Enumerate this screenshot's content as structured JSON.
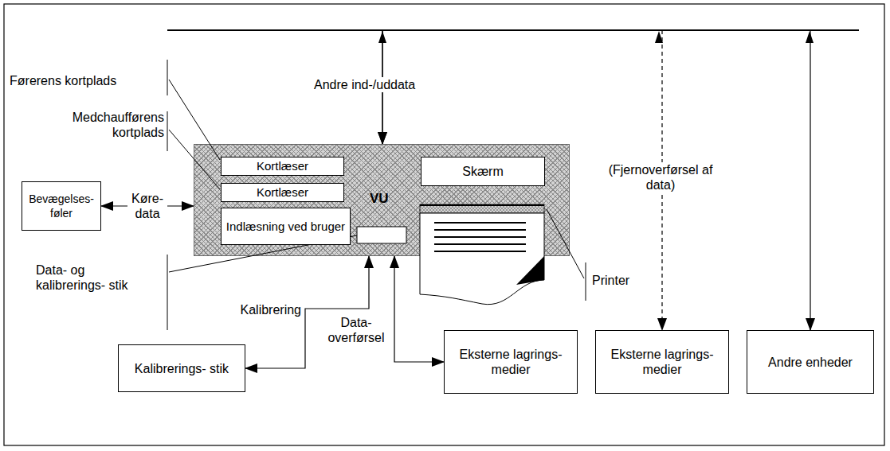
{
  "diagram": {
    "nodes": [
      {
        "text": [
          "VU"
        ]
      },
      {
        "text": [
          "Kortlæser"
        ],
        "in": 0
      },
      {
        "text": [
          "Kortlæser"
        ],
        "in": 0
      },
      {
        "text": [
          "Indlæsning ved bruger"
        ],
        "in": 0
      },
      {
        "text": [
          "Skærm"
        ],
        "in": 0
      },
      {
        "text": [
          "Bevægelses- føler"
        ]
      },
      {
        "text": [
          "Kalibrerings- stik"
        ]
      },
      {
        "text": [
          "Eksterne lagrings- medier"
        ]
      },
      {
        "text": [
          "Eksterne lagrings- medier"
        ]
      },
      {
        "text": [
          "Andre enheder"
        ]
      }
    ],
    "edges": [
      {
        "from": 5,
        "to": 0,
        "arrow": "both",
        "label": "Køre- data"
      },
      {
        "from": 0,
        "to": 6,
        "arrow": "both",
        "label": "Kalibrering"
      },
      {
        "from": 0,
        "to": 7,
        "arrow": "both",
        "label": "Data- overførsel"
      },
      {
        "from": 0,
        "to": 8,
        "arrow": "both",
        "label": "(Fjernoverførsel af data)"
      },
      {
        "from": 0,
        "to": 9,
        "arrow": "both"
      }
    ],
    "labels": [
      "Førerens kortplads",
      "Medchaufførens kortplads",
      "Data- og kalibrerings- stik",
      "Andre ind-/uddata",
      "Printer"
    ]
  }
}
